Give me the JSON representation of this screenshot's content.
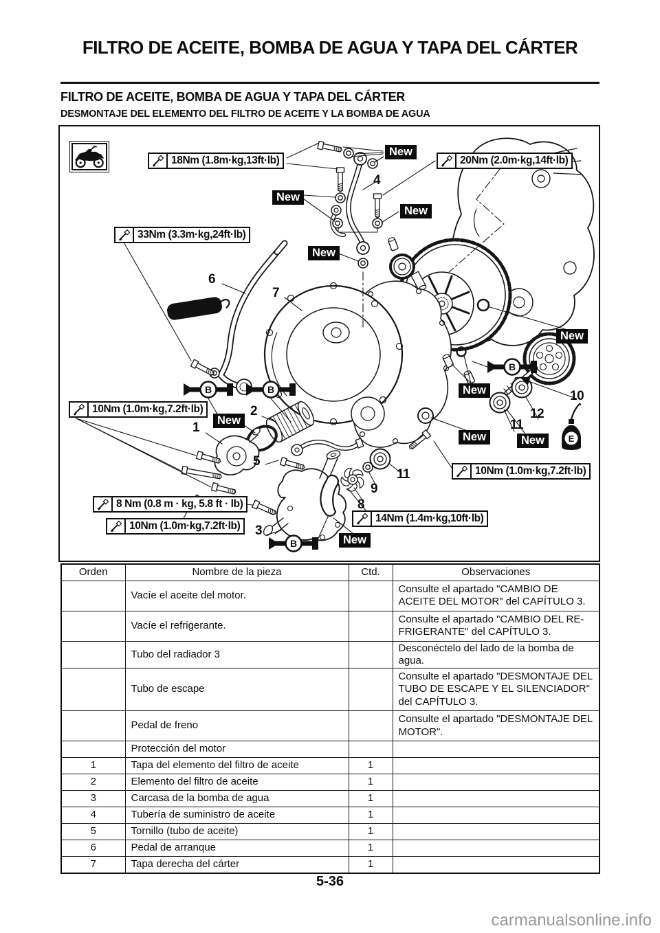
{
  "page": {
    "title": "FILTRO DE ACEITE, BOMBA DE AGUA Y TAPA DEL CÁRTER",
    "section_title": "FILTRO DE ACEITE, BOMBA DE AGUA Y TAPA DEL CÁRTER",
    "subsection_title": "DESMONTAJE DEL ELEMENTO DEL FILTRO DE ACEITE Y LA BOMBA DE AGUA",
    "page_number": "5-36",
    "watermark": "carmanualsonline.info"
  },
  "diagram": {
    "new_label": "New",
    "grease_letter": "B",
    "oil_letter": "E",
    "torque_labels": [
      {
        "text": "18Nm (1.8m·kg,13ft·lb)"
      },
      {
        "text": "20Nm (2.0m·kg,14ft·lb)"
      },
      {
        "text": "33Nm (3.3m·kg,24ft·lb)"
      },
      {
        "text": "10Nm (1.0m·kg,7.2ft·lb)"
      },
      {
        "text": "8 Nm (0.8 m · kg, 5.8 ft · lb)"
      },
      {
        "text": "10Nm (1.0m·kg,7.2ft·lb)"
      },
      {
        "text": "14Nm (1.4m·kg,10ft·lb)"
      },
      {
        "text": "10Nm (1.0m·kg,7.2ft·lb)"
      }
    ],
    "part_callouts": [
      "1",
      "2",
      "3",
      "4",
      "5",
      "6",
      "7",
      "8",
      "9",
      "10",
      "11",
      "11",
      "12"
    ]
  },
  "table": {
    "headers": [
      "Orden",
      "Nombre de la pieza",
      "Ctd.",
      "Observaciones"
    ],
    "rows": [
      {
        "orden": "",
        "nombre": "Vacíe el aceite del motor.",
        "ctd": "",
        "obs": "Consulte el apartado \"CAMBIO DE ACEITE DEL MOTOR\" del CAPÍTULO 3."
      },
      {
        "orden": "",
        "nombre": "Vacíe el refrigerante.",
        "ctd": "",
        "obs": "Consulte el apartado \"CAMBIO DEL RE-FRIGERANTE\" del CAPÍTULO 3."
      },
      {
        "orden": "",
        "nombre": "Tubo del radiador 3",
        "ctd": "",
        "obs": "Desconéctelo del lado de la bomba de agua."
      },
      {
        "orden": "",
        "nombre": "Tubo de escape",
        "ctd": "",
        "obs": "Consulte el apartado \"DESMONTAJE DEL TUBO DE ESCAPE Y EL SILENCIADOR\" del CAPÍTULO 3."
      },
      {
        "orden": "",
        "nombre": "Pedal de freno",
        "ctd": "",
        "obs": "Consulte el apartado \"DESMONTAJE DEL MOTOR\"."
      },
      {
        "orden": "",
        "nombre": "Protección del motor",
        "ctd": "",
        "obs": ""
      },
      {
        "orden": "1",
        "nombre": "Tapa del elemento del filtro de aceite",
        "ctd": "1",
        "obs": ""
      },
      {
        "orden": "2",
        "nombre": "Elemento del filtro de aceite",
        "ctd": "1",
        "obs": ""
      },
      {
        "orden": "3",
        "nombre": "Carcasa de la bomba de agua",
        "ctd": "1",
        "obs": ""
      },
      {
        "orden": "4",
        "nombre": "Tubería de suministro de aceite",
        "ctd": "1",
        "obs": ""
      },
      {
        "orden": "5",
        "nombre": "Tornillo (tubo de aceite)",
        "ctd": "1",
        "obs": ""
      },
      {
        "orden": "6",
        "nombre": "Pedal de arranque",
        "ctd": "1",
        "obs": ""
      },
      {
        "orden": "7",
        "nombre": "Tapa derecha del cárter",
        "ctd": "1",
        "obs": ""
      }
    ]
  }
}
